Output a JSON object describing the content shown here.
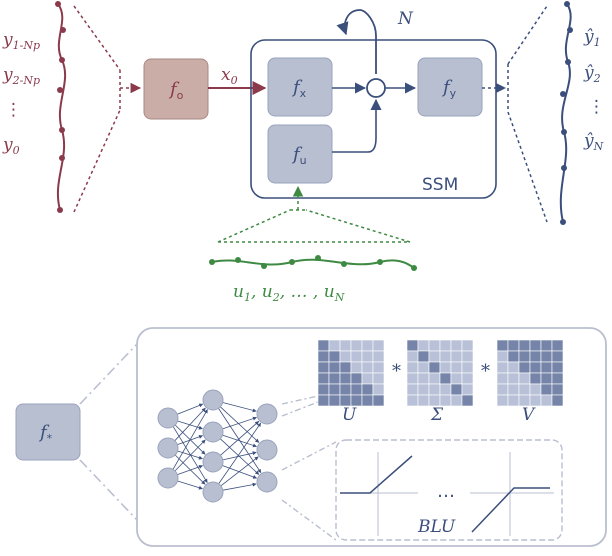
{
  "colors": {
    "maroon": "#8b3a4c",
    "navy": "#3b4f7c",
    "green": "#3e8a43",
    "box_fill": "#b8bfd1",
    "box_stroke": "#9aa3bd",
    "fo_fill": "#c9ada6",
    "fo_stroke": "#a88a83",
    "node_fill": "#b7bfd1",
    "panel_stroke": "#b9bfcf",
    "matrix_dark": "#7584a8",
    "matrix_light": "#b8c1d8"
  },
  "labels": {
    "input_y1": "y",
    "input_y1_sub": "1-Np",
    "input_y2": "y",
    "input_y2_sub": "2-Np",
    "input_dots": "⋮",
    "input_y0": "y",
    "input_y0_sub": "0",
    "fo": "f",
    "fo_sub": "o",
    "x0": "x",
    "x0_sub": "0",
    "N": "N",
    "fx": "f",
    "fx_sub": "x",
    "fu": "f",
    "fu_sub": "u",
    "fy": "f",
    "fy_sub": "y",
    "ssm": "SSM",
    "out_y1": "ŷ",
    "out_y1_sub": "1",
    "out_y2": "ŷ",
    "out_y2_sub": "2",
    "out_dots": "⋮",
    "out_yN": "ŷ",
    "out_yN_sub": "N",
    "u_seq": "u",
    "u1_sub": "1",
    "u2_sub": "2",
    "u_dots": "…",
    "uN_sub": "N",
    "fstar": "f",
    "fstar_sub": "*",
    "mult1": "*",
    "mult2": "*",
    "U": "U",
    "Sigma": "Σ",
    "V": "V",
    "act_dots": "…",
    "BLU": "BLU"
  },
  "icons": [
    "state-space-model-diagram",
    "feedback-loop-icon",
    "summation-node-icon",
    "neural-network-icon",
    "activation-function-icon"
  ]
}
